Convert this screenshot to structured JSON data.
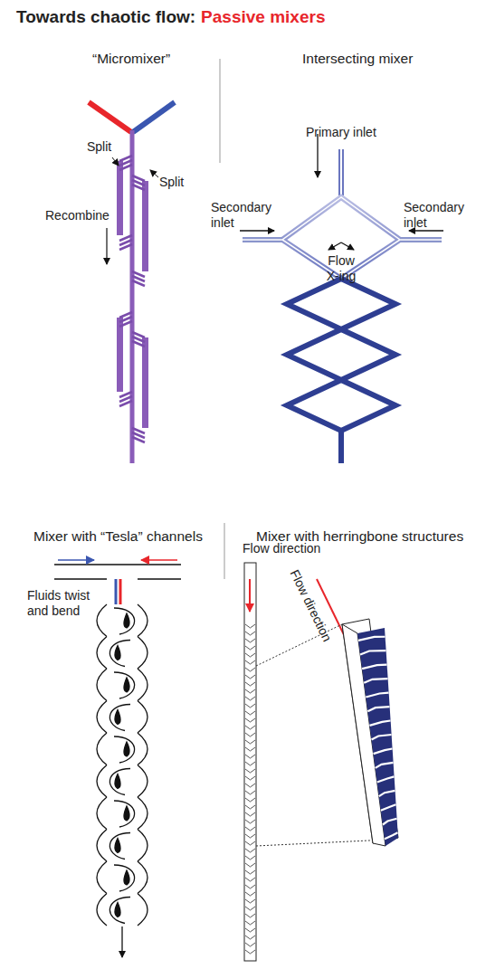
{
  "diagram": {
    "title": "Towards chaotic flow:",
    "labels": [
      "Passive mixers",
      "“Micromixer”",
      "Split",
      "Split",
      "Recombine",
      "Intersecting mixer",
      "Primary inlet",
      "Secondary inlet",
      "Secondary inlet",
      "Flow X-ing",
      "Mixer with “Tesla” channels",
      "Fluids twist and bend",
      "Mixer with herringbone structures",
      "Flow direction",
      "Flow direction"
    ]
  }
}
